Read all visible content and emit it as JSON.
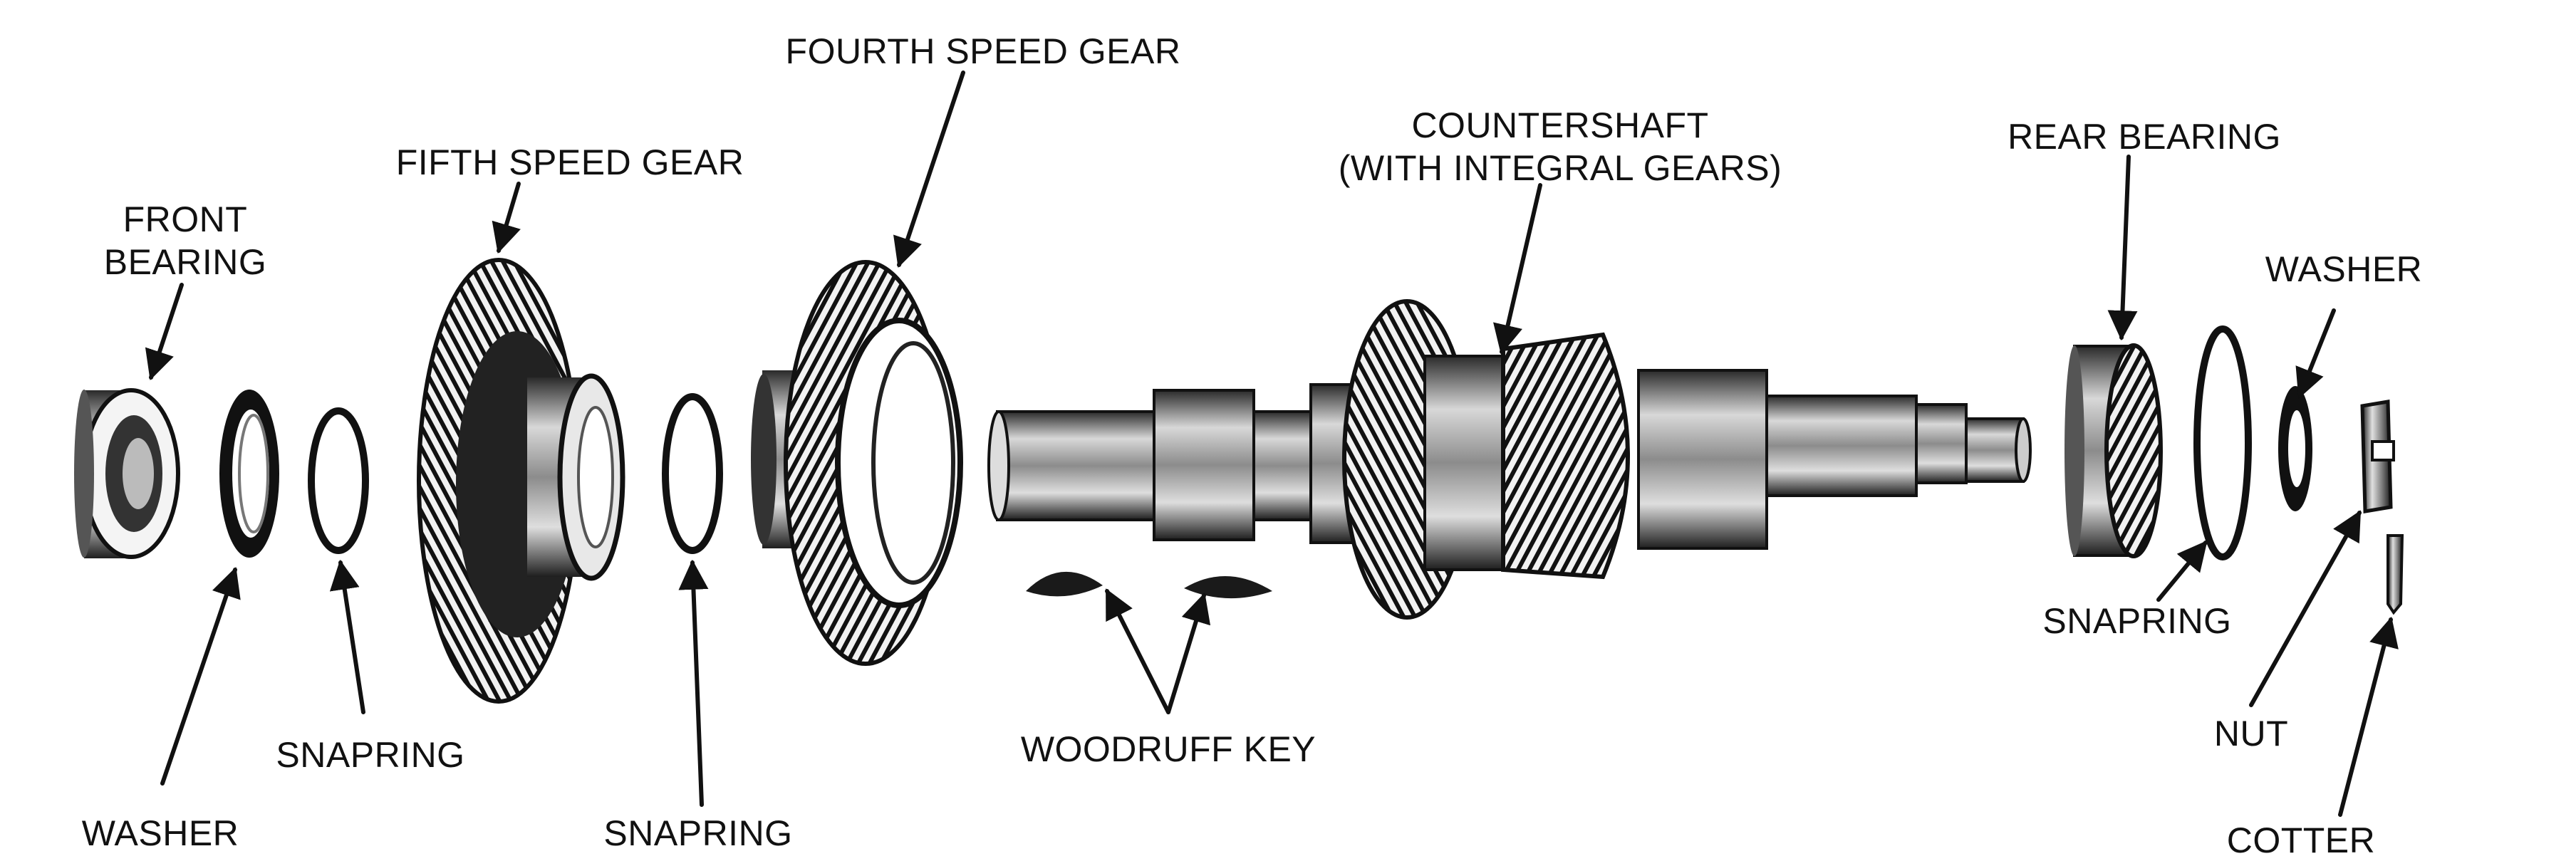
{
  "labels": {
    "front_bearing": [
      "FRONT",
      "BEARING"
    ],
    "washer_front": "WASHER",
    "snapring_1": "SNAPRING",
    "fifth_speed_gear": "FIFTH SPEED GEAR",
    "snapring_2": "SNAPRING",
    "fourth_speed_gear": "FOURTH SPEED GEAR",
    "woodruff_key": "WOODRUFF KEY",
    "countershaft": [
      "COUNTERSHAFT",
      "(WITH INTEGRAL GEARS)"
    ],
    "rear_bearing": "REAR BEARING",
    "snapring_rear": "SNAPRING",
    "washer_rear": "WASHER",
    "nut": "NUT",
    "cotter": "COTTER"
  },
  "colors": {
    "ink": "#111111",
    "paper": "#ffffff",
    "gray_dark": "#3a3a3a",
    "gray_mid": "#8a8a8a",
    "gray_light": "#cfcfcf"
  }
}
